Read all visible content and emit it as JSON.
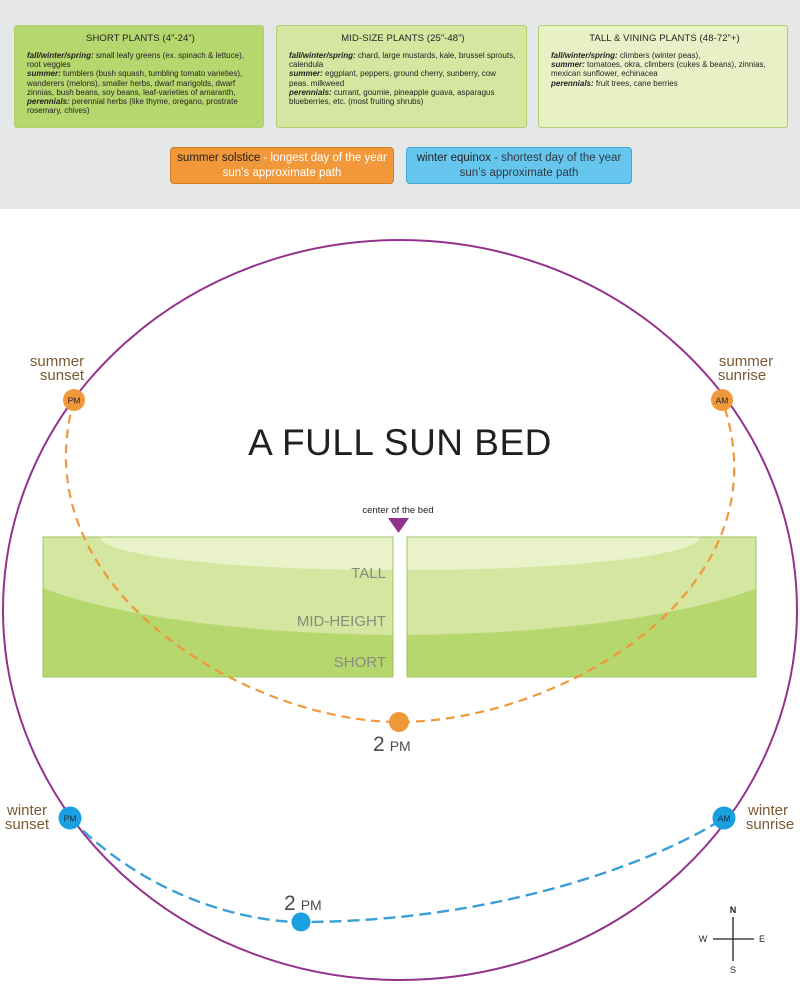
{
  "plant_boxes": {
    "short": {
      "title": "SHORT PLANTS (4”-24”)",
      "fws_key": "fall/winter/spring:",
      "fws_text": " small leafy greens (ex. spinach & lettuce), root veggies",
      "summer_key": "summer:",
      "summer_text": " tumblers (bush squash, tumbling tomato varieties), wanderers (melons), smaller herbs, dwarf marigolds, dwarf zinnias, bush beans, soy beans, leaf-varieties of amaranth,",
      "perennials_key": "perennials:",
      "perennials_text": " perennial herbs (like thyme, oregano, prostrate rosemary, chives)"
    },
    "mid": {
      "title": "MID-SIZE PLANTS (25”-48”)",
      "fws_key": "fall/winter/spring:",
      "fws_text": " chard, large mustards, kale, brussel sprouts, calendula",
      "summer_key": "summer:",
      "summer_text": " eggplant, peppers, ground cherry, sunberry, cow peas. milkweed",
      "perennials_key": "perennials:",
      "perennials_text": " currant, goumie, pineapple guava, asparagus blueberries, etc. (most fruiting shrubs)"
    },
    "tall": {
      "title": "TALL & VINING PLANTS (48-72”+)",
      "fws_key": "fall/winter/spring:",
      "fws_text": "  climbers (winter peas),",
      "summer_key": "summer:",
      "summer_text": " tomatoes, okra, climbers (cukes & beans), zinnias, mexican sunflower, echinacea",
      "perennials_key": "perennials:",
      "perennials_text": " fruit trees, cane berries"
    }
  },
  "path_legends": {
    "summer": {
      "name": "summer solstice",
      "desc": " - longest day of the year",
      "line2": "sun’s approximate path",
      "color": "#f0983a"
    },
    "winter": {
      "name": "winter equinox",
      "desc": " - shortest day of the year",
      "line2": "sun’s approximate path",
      "color": "#67c6ee"
    }
  },
  "diagram": {
    "title": "A FULL SUN BED",
    "center_label": "center of the bed",
    "zones": {
      "tall": "TALL",
      "mid": "MID-HEIGHT",
      "short": "SHORT"
    },
    "summer_sunset": [
      "summer",
      "sunset"
    ],
    "summer_sunrise": [
      "summer",
      "sunrise"
    ],
    "winter_sunset": [
      "winter",
      "sunset"
    ],
    "winter_sunrise": [
      "winter",
      "sunrise"
    ],
    "pm": "PM",
    "am": "AM",
    "two_pm_num": "2",
    "two_pm_unit": "PM",
    "compass": {
      "n": "N",
      "s": "S",
      "e": "E",
      "w": "W"
    },
    "colors": {
      "horizon": "#93338e",
      "summer_sun": "#f0983a",
      "winter_sun": "#1aa0e0",
      "winter_path": "#3a9fd6",
      "label_brown": "#7a5a32",
      "marker": "#93338e"
    }
  }
}
